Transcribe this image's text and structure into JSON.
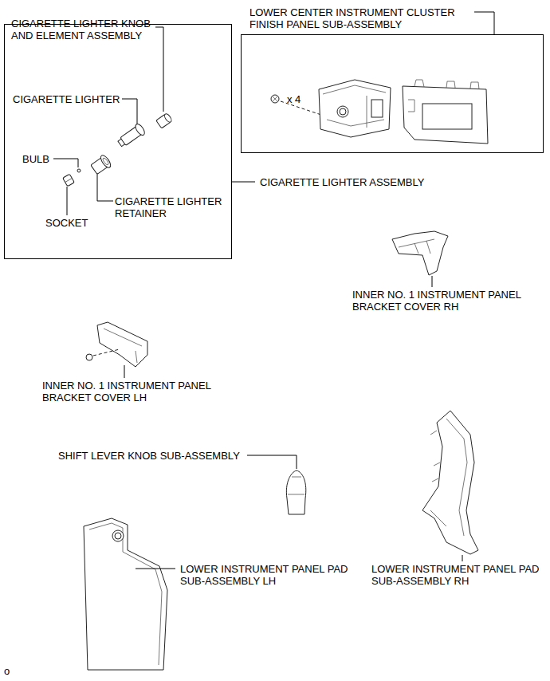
{
  "diagram": {
    "nodes": [
      {
        "text": [
          "CIGARETTE LIGHTER KNOB AND ELEMENT ASSEMBLY",
          "CIGARETTE LIGHTER",
          "BULB",
          "CIGARETTE LIGHTER RETAINER",
          "SOCKET",
          "CIGARETTE LIGHTER ASSEMBLY"
        ]
      },
      {
        "text": [
          "LOWER CENTER INSTRUMENT CLUSTER FINISH PANEL SUB-ASSEMBLY",
          "x 4"
        ]
      }
    ],
    "labels": [
      "INNER NO. 1 INSTRUMENT PANEL BRACKET COVER RH",
      "INNER NO. 1 INSTRUMENT PANEL BRACKET COVER LH",
      "SHIFT LEVER KNOB SUB-ASSEMBLY",
      "LOWER INSTRUMENT PANEL PAD SUB-ASSEMBLY LH",
      "LOWER INSTRUMENT PANEL PAD SUB-ASSEMBLY RH",
      "o"
    ]
  }
}
